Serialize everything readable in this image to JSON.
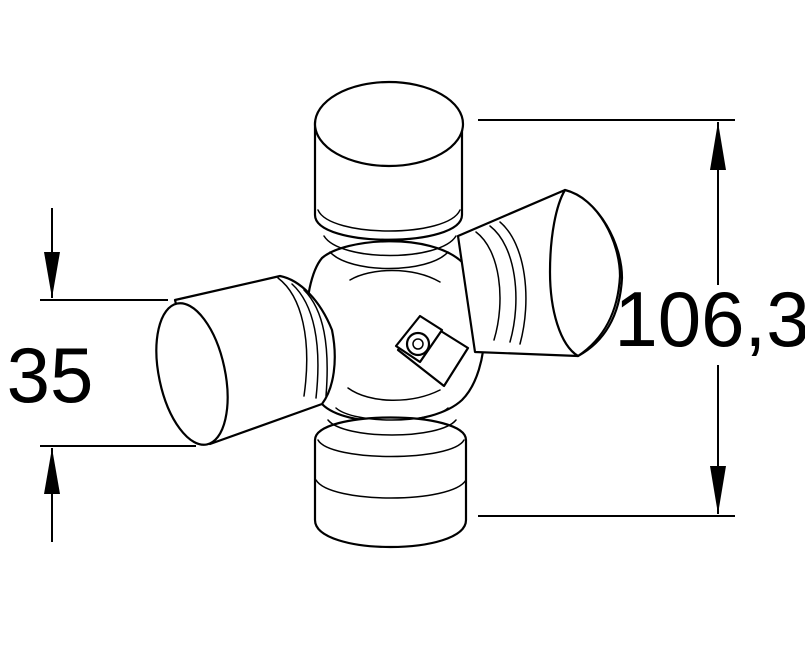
{
  "drawing": {
    "line_color": "#000000",
    "background_color": "#ffffff",
    "part_icon": "universal-joint-cross-icon"
  },
  "dimensions": {
    "overall_height": {
      "value": 106.3,
      "label": "106,3"
    },
    "cap_diameter": {
      "value": 35,
      "label": "35"
    }
  }
}
